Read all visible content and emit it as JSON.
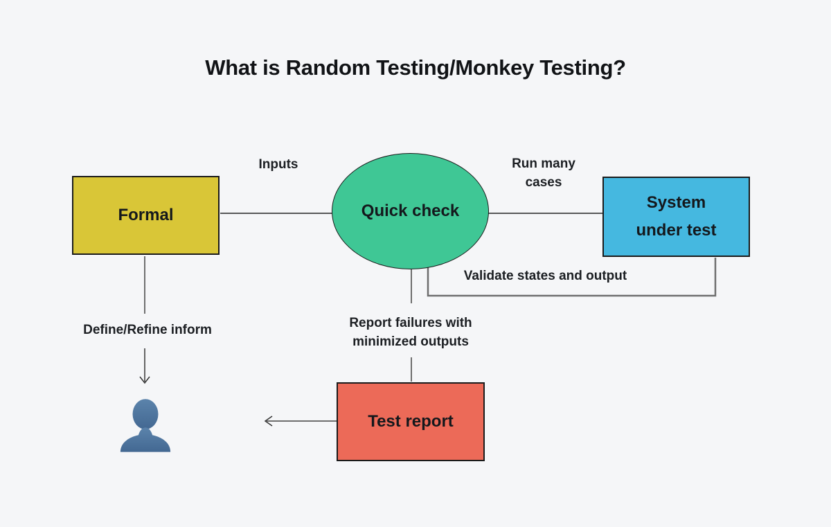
{
  "title": "What is Random Testing/Monkey Testing?",
  "colors": {
    "background": "#f5f6f8",
    "formal_fill": "#d9c637",
    "quick_check_fill": "#3fc795",
    "system_fill": "#45b8e0",
    "report_fill": "#ec6a58",
    "node_border": "#1a1a1a",
    "connector": "#6e6e6e",
    "connector_dark": "#222222",
    "arrow_dark": "#333333",
    "person_top": "#5b83ab",
    "person_bottom": "#436892"
  },
  "nodes": {
    "formal": {
      "label": "Formal",
      "shape": "rectangle"
    },
    "quick_check": {
      "label": "Quick check",
      "shape": "ellipse"
    },
    "system_under_test": {
      "label": "System\nunder test",
      "shape": "rectangle"
    },
    "test_report": {
      "label": "Test report",
      "shape": "rectangle"
    },
    "user": {
      "shape": "icon",
      "icon": "person-icon"
    }
  },
  "edge_labels": {
    "inputs": "Inputs",
    "run_many_cases": "Run many\ncases",
    "validate_states": "Validate states and output",
    "define_refine": "Define/Refine inform",
    "report_failures": "Report failures with\nminimized outputs"
  }
}
